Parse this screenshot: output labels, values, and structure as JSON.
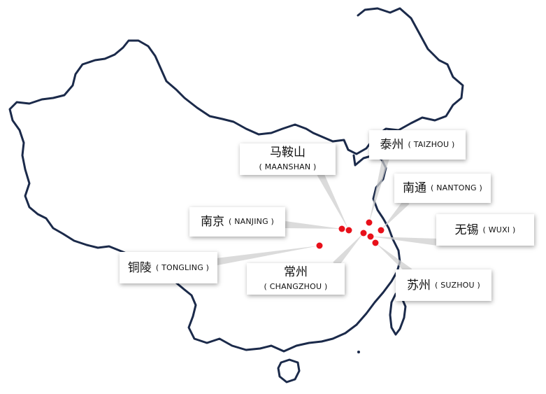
{
  "colors": {
    "border": "#1b2a4a",
    "marker": "#e8101a",
    "leader": "#cfcfcf",
    "card_bg": "#ffffff"
  },
  "cities": [
    {
      "id": "maanshan",
      "name_cn": "马鞍山",
      "name_en": "( MAANSHAN )"
    },
    {
      "id": "taizhou",
      "name_cn": "泰州",
      "name_en": "( TAIZHOU )"
    },
    {
      "id": "nantong",
      "name_cn": "南通",
      "name_en": "( NANTONG )"
    },
    {
      "id": "nanjing",
      "name_cn": "南京",
      "name_en": "( NANJING )"
    },
    {
      "id": "wuxi",
      "name_cn": "无锡",
      "name_en": "( WUXI )"
    },
    {
      "id": "tongling",
      "name_cn": "铜陵",
      "name_en": "( TONGLING )"
    },
    {
      "id": "changzhou",
      "name_cn": "常州",
      "name_en": "( CHANGZHOU )"
    },
    {
      "id": "suzhou",
      "name_cn": "苏州",
      "name_en": "( SUZHOU )"
    }
  ]
}
